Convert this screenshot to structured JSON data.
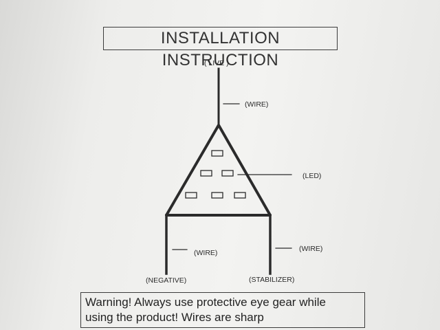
{
  "title": "INSTALLATION INSTRUCTION",
  "labels": {
    "live": "( LIVE )",
    "wire_top": "(WIRE)",
    "led": "(LED)",
    "wire_left": "(WIRE)",
    "wire_right": "(WIRE)",
    "negative": "(NEGATIVE)",
    "stabilizer": "(STABILIZER)"
  },
  "warning": {
    "line1": "Warning! Always use protective eye gear while",
    "line2": "using the product! Wires are sharp"
  },
  "led_rows": [
    1,
    2,
    3
  ]
}
